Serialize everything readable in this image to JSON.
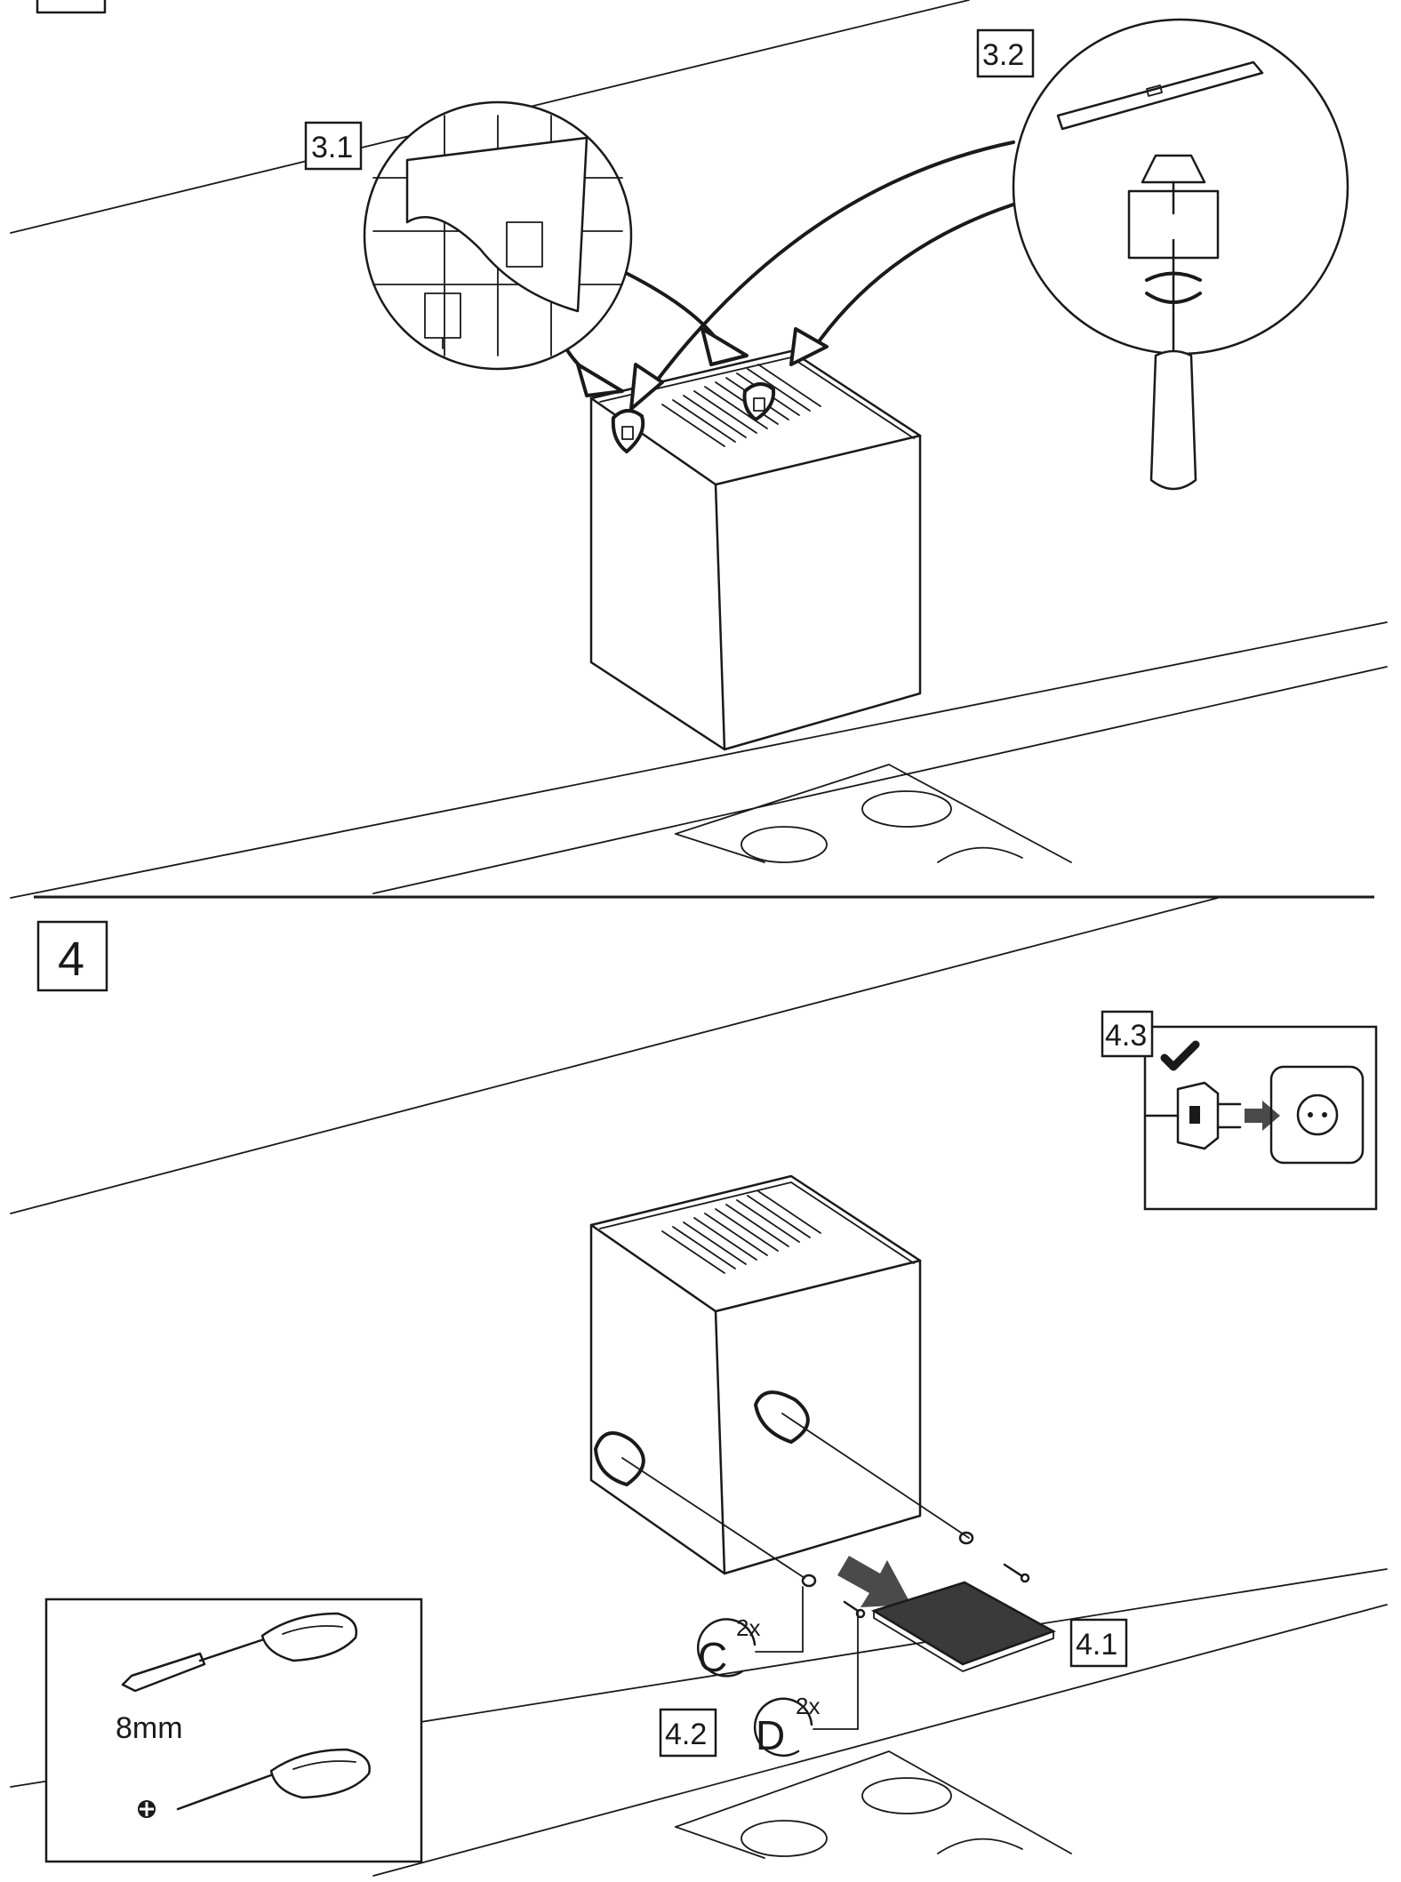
{
  "labels": {
    "step_3_1": "3.1",
    "step_3_2": "3.2",
    "step_4": "4",
    "step_4_1": "4.1",
    "step_4_2": "4.2",
    "step_4_3": "4.3",
    "part_c": "C",
    "part_c_qty": "2x",
    "part_d": "D",
    "part_d_qty": "2x",
    "socket_size": "8mm"
  },
  "icons": {
    "check": "checkmark-icon",
    "plug": "power-plug-icon",
    "socket": "wall-socket-icon",
    "phillips": "phillips-head-icon",
    "rotation": "rotate-arrows-icon"
  },
  "colors": {
    "line": "#1a1a1a",
    "background": "#ffffff",
    "filter": "#3a3a3a",
    "arrow": "#4a4a4a"
  }
}
